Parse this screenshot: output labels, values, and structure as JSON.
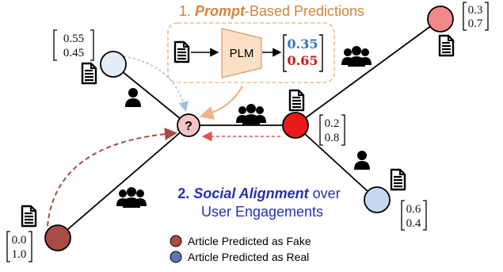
{
  "section1": {
    "number": "1. ",
    "emph": "Prompt",
    "rest": "-Based Predictions"
  },
  "plm": {
    "label": "PLM",
    "real": "0.35",
    "fake": "0.65"
  },
  "section2": {
    "number": "2. ",
    "emph": "Social Alignment",
    "rest": " over",
    "line2": "User Engagements"
  },
  "query_node": {
    "label": "?"
  },
  "nodes": {
    "top_left": {
      "top": "0.55",
      "bottom": "0.45"
    },
    "top_right": {
      "top": "0.3",
      "bottom": "0.7"
    },
    "center_right": {
      "top": "0.2",
      "bottom": "0.8"
    },
    "bottom_right": {
      "top": "0.6",
      "bottom": "0.4"
    },
    "bottom_left": {
      "top": "0.0",
      "bottom": "1.0"
    }
  },
  "legend": [
    {
      "label": "Article Predicted as Fake",
      "color": "#b04a48"
    },
    {
      "label": "Article Predicted as Real",
      "color": "#5b76b0"
    }
  ],
  "colors": {
    "orange": "#d4843c",
    "blue_text": "#2432b0",
    "fake_node": "#a84a45",
    "real_node_light": "#c6d8ef",
    "center_fake": "#e8191a",
    "pink_fake": "#f08a8a",
    "query_fill": "#f6c4c4"
  },
  "icons": [
    "document-icon",
    "user-icon",
    "users-icon"
  ]
}
